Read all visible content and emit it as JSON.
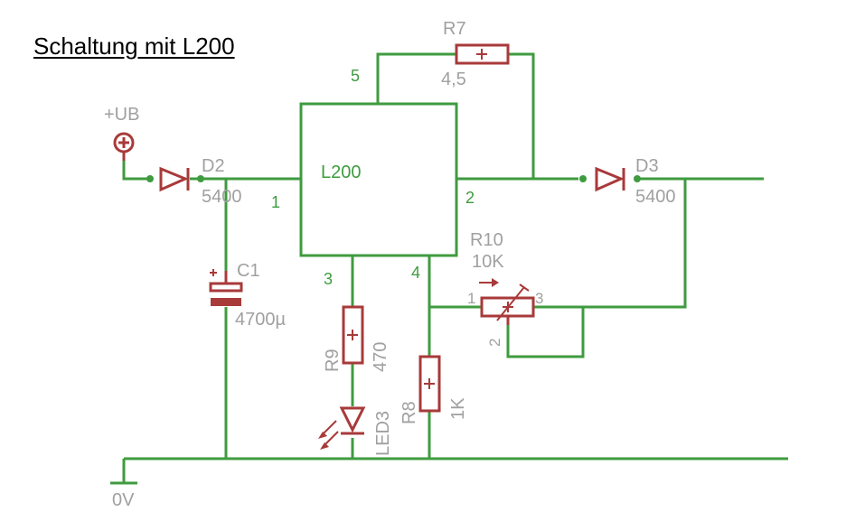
{
  "title": "Schaltung mit L200",
  "ic": {
    "name": "L200",
    "pins": [
      "1",
      "2",
      "3",
      "4",
      "5"
    ]
  },
  "supply": {
    "label": "+UB"
  },
  "ground": {
    "label": "0V"
  },
  "components": {
    "D2": {
      "name": "D2",
      "value": "5400"
    },
    "D3": {
      "name": "D3",
      "value": "5400"
    },
    "C1": {
      "name": "C1",
      "value": "4700µ"
    },
    "R7": {
      "name": "R7",
      "value": "4,5"
    },
    "R8": {
      "name": "R8",
      "value": "1K"
    },
    "R9": {
      "name": "R9",
      "value": "470"
    },
    "R10": {
      "name": "R10",
      "value": "10K",
      "pins": [
        "1",
        "2",
        "3"
      ]
    },
    "LED3": {
      "name": "LED3"
    }
  },
  "colors": {
    "wire": "#3f9b3f",
    "part": "#a83a3a",
    "label": "#a0a0a0",
    "title": "#000000"
  }
}
